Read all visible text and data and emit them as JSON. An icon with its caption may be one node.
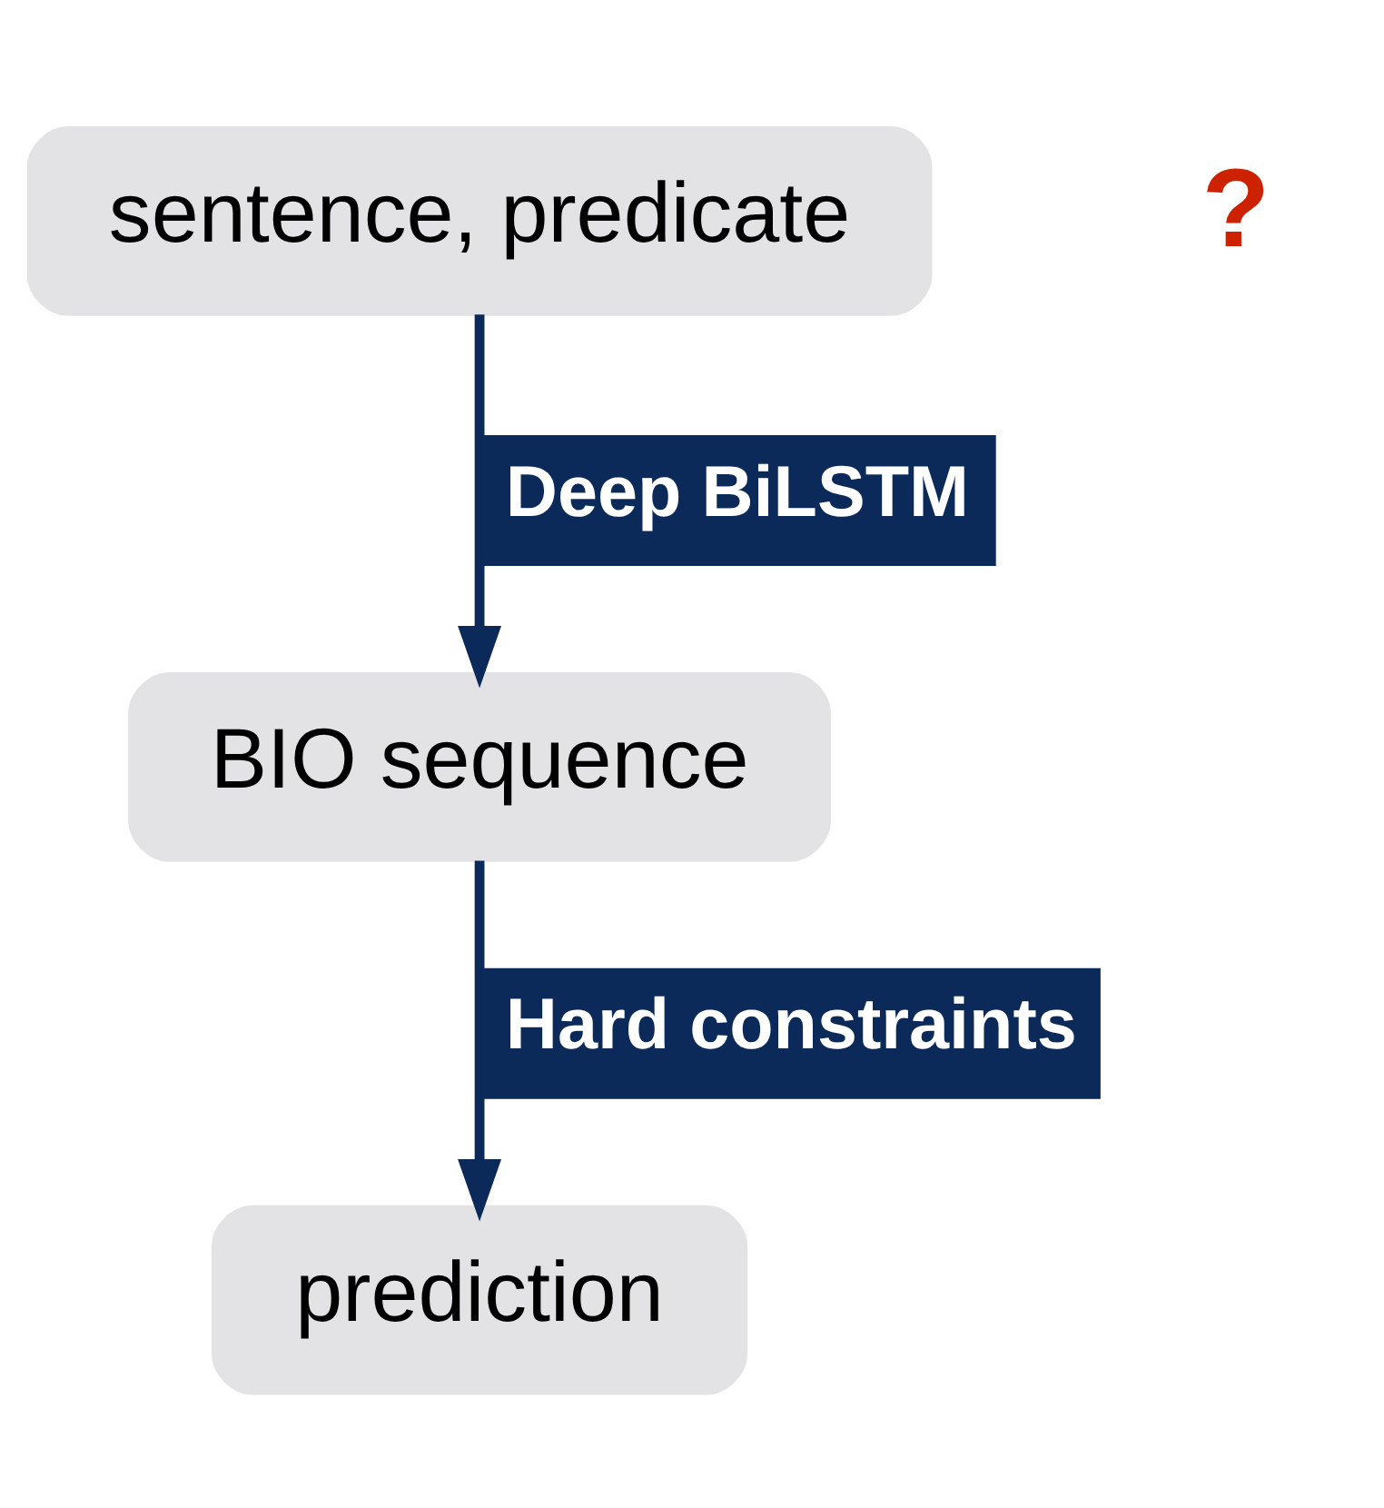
{
  "diagram": {
    "nodes": [
      {
        "text": [
          "sentence, predicate"
        ]
      },
      {
        "text": [
          "BIO sequence"
        ]
      },
      {
        "text": [
          "prediction"
        ]
      }
    ],
    "edges": [
      {
        "from": 0,
        "to": 1,
        "arrow": "to",
        "label": "Deep BiLSTM"
      },
      {
        "from": 1,
        "to": 2,
        "arrow": "to",
        "label": "Hard constraints"
      }
    ],
    "labels": [
      "?"
    ]
  }
}
